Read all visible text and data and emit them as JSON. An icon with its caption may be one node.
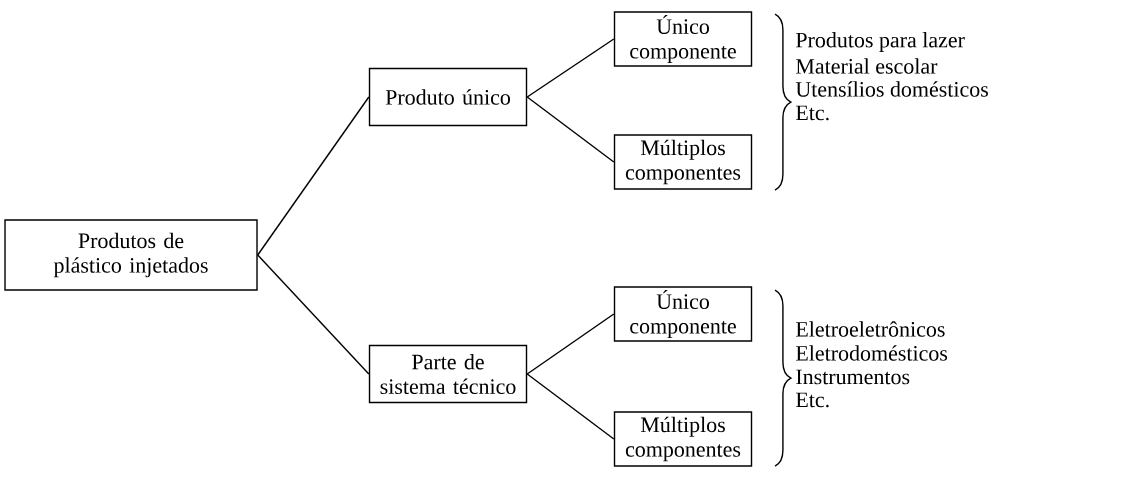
{
  "diagram": {
    "nodes": [
      {
        "text": [
          "Produtos de plástico injetados"
        ]
      },
      {
        "text": [
          "Produto único"
        ]
      },
      {
        "text": [
          "Único componente"
        ]
      },
      {
        "text": [
          "Múltiplos componentes"
        ]
      },
      {
        "text": [
          "Parte de sistema técnico"
        ]
      },
      {
        "text": [
          "Único componente"
        ]
      },
      {
        "text": [
          "Múltiplos componentes"
        ]
      }
    ],
    "edges": [
      {
        "from": 0,
        "to": 1,
        "arrow": "none"
      },
      {
        "from": 1,
        "to": 2,
        "arrow": "none"
      },
      {
        "from": 1,
        "to": 3,
        "arrow": "none"
      },
      {
        "from": 0,
        "to": 4,
        "arrow": "none"
      },
      {
        "from": 4,
        "to": 5,
        "arrow": "none"
      },
      {
        "from": 4,
        "to": 6,
        "arrow": "none"
      }
    ],
    "labels": [
      "Produtos para lazer",
      "Material escolar",
      "Utensílios domésticos",
      "Etc.",
      "Eletroeletrônicos",
      "Eletrodomésticos",
      "Instrumentos",
      "Etc."
    ]
  }
}
